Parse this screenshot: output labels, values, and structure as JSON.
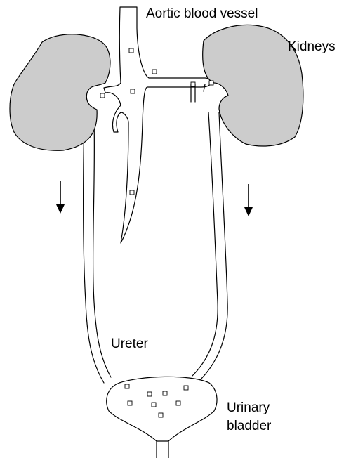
{
  "labels": {
    "aorta": "Aortic blood vessel",
    "kidneys": "Kidneys",
    "ureter": "Ureter",
    "bladder_line1": "Urinary",
    "bladder_line2": "bladder"
  },
  "colors": {
    "kidney_fill": "#cccccc",
    "outline": "#000000"
  }
}
